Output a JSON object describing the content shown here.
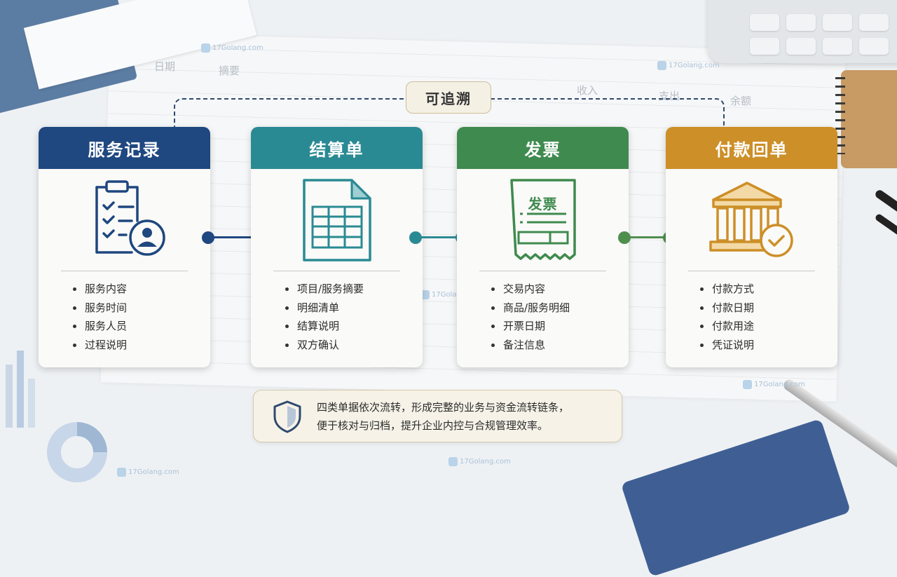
{
  "background": {
    "header_words": [
      "日期",
      "摘要",
      "收入",
      "支出",
      "余额"
    ],
    "watermark": "17Golang.com"
  },
  "traceable_label": "可追溯",
  "cards": [
    {
      "title": "服务记录",
      "color": "#1f4780",
      "icon": "clipboard-user-icon",
      "items": [
        "服务内容",
        "服务时间",
        "服务人员",
        "过程说明"
      ]
    },
    {
      "title": "结算单",
      "color": "#2a8a93",
      "icon": "spreadsheet-document-icon",
      "items": [
        "项目/服务摘要",
        "明细清单",
        "结算说明",
        "双方确认"
      ]
    },
    {
      "title": "发票",
      "color": "#3f8a4e",
      "icon": "invoice-receipt-icon",
      "icon_text": "发票",
      "items": [
        "交易内容",
        "商品/服务明细",
        "开票日期",
        "备注信息"
      ]
    },
    {
      "title": "付款回单",
      "color": "#cd8f28",
      "icon": "bank-check-icon",
      "items": [
        "付款方式",
        "付款日期",
        "付款用途",
        "凭证说明"
      ]
    }
  ],
  "summary": {
    "icon": "shield-icon",
    "line1": "四类单据依次流转，形成完整的业务与资金流转链条，",
    "line2": "便于核对与归档，提升企业内控与合规管理效率。"
  }
}
